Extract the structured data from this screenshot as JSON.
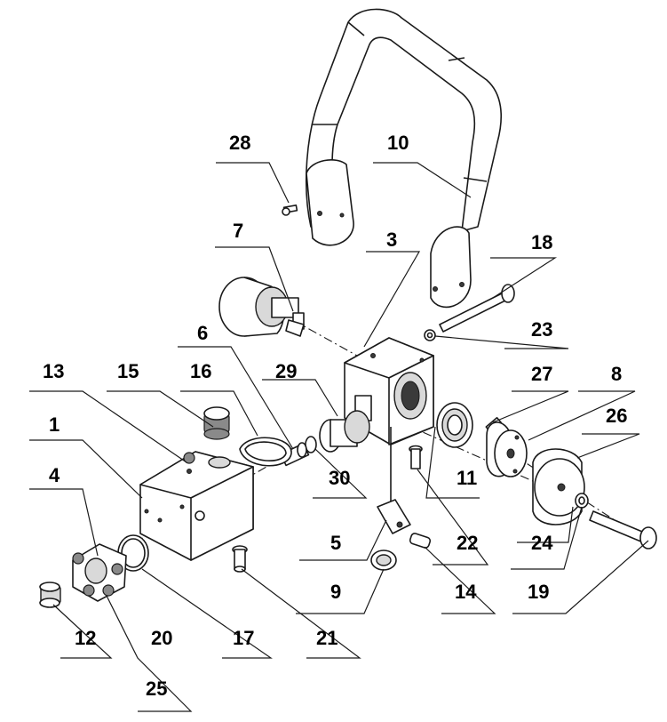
{
  "callouts": [
    {
      "id": "c1",
      "label": "1"
    },
    {
      "id": "c3",
      "label": "3"
    },
    {
      "id": "c4",
      "label": "4"
    },
    {
      "id": "c5",
      "label": "5"
    },
    {
      "id": "c6",
      "label": "6"
    },
    {
      "id": "c7",
      "label": "7"
    },
    {
      "id": "c8",
      "label": "8"
    },
    {
      "id": "c9",
      "label": "9"
    },
    {
      "id": "c10",
      "label": "10"
    },
    {
      "id": "c11",
      "label": "11"
    },
    {
      "id": "c12",
      "label": "12"
    },
    {
      "id": "c13",
      "label": "13"
    },
    {
      "id": "c14",
      "label": "14"
    },
    {
      "id": "c15",
      "label": "15"
    },
    {
      "id": "c16",
      "label": "16"
    },
    {
      "id": "c17",
      "label": "17"
    },
    {
      "id": "c18",
      "label": "18"
    },
    {
      "id": "c19",
      "label": "19"
    },
    {
      "id": "c20",
      "label": "20"
    },
    {
      "id": "c21",
      "label": "21"
    },
    {
      "id": "c22",
      "label": "22"
    },
    {
      "id": "c23",
      "label": "23"
    },
    {
      "id": "c24",
      "label": "24"
    },
    {
      "id": "c25",
      "label": "25"
    },
    {
      "id": "c26",
      "label": "26"
    },
    {
      "id": "c27",
      "label": "27"
    },
    {
      "id": "c28",
      "label": "28"
    },
    {
      "id": "c29",
      "label": "29"
    },
    {
      "id": "c30",
      "label": "30"
    }
  ]
}
